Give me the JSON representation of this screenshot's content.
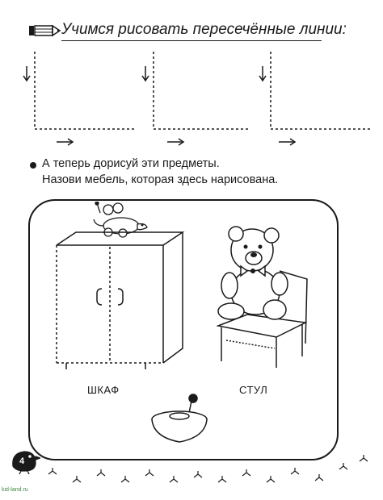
{
  "header": {
    "title": "Учимся рисовать пересечённые линии:",
    "pencil_icon": "pencil-icon"
  },
  "instructions": {
    "line1": "А теперь дорисуй эти предметы.",
    "line2": "Назови мебель, которая здесь нарисована."
  },
  "captions": {
    "wardrobe": "ШКАФ",
    "chair": "СТУЛ"
  },
  "footer": {
    "page_number": "4",
    "site": "kid-land.ru"
  },
  "colors": {
    "ink": "#1a1a1a",
    "logo_green": "#3a8a3a"
  }
}
